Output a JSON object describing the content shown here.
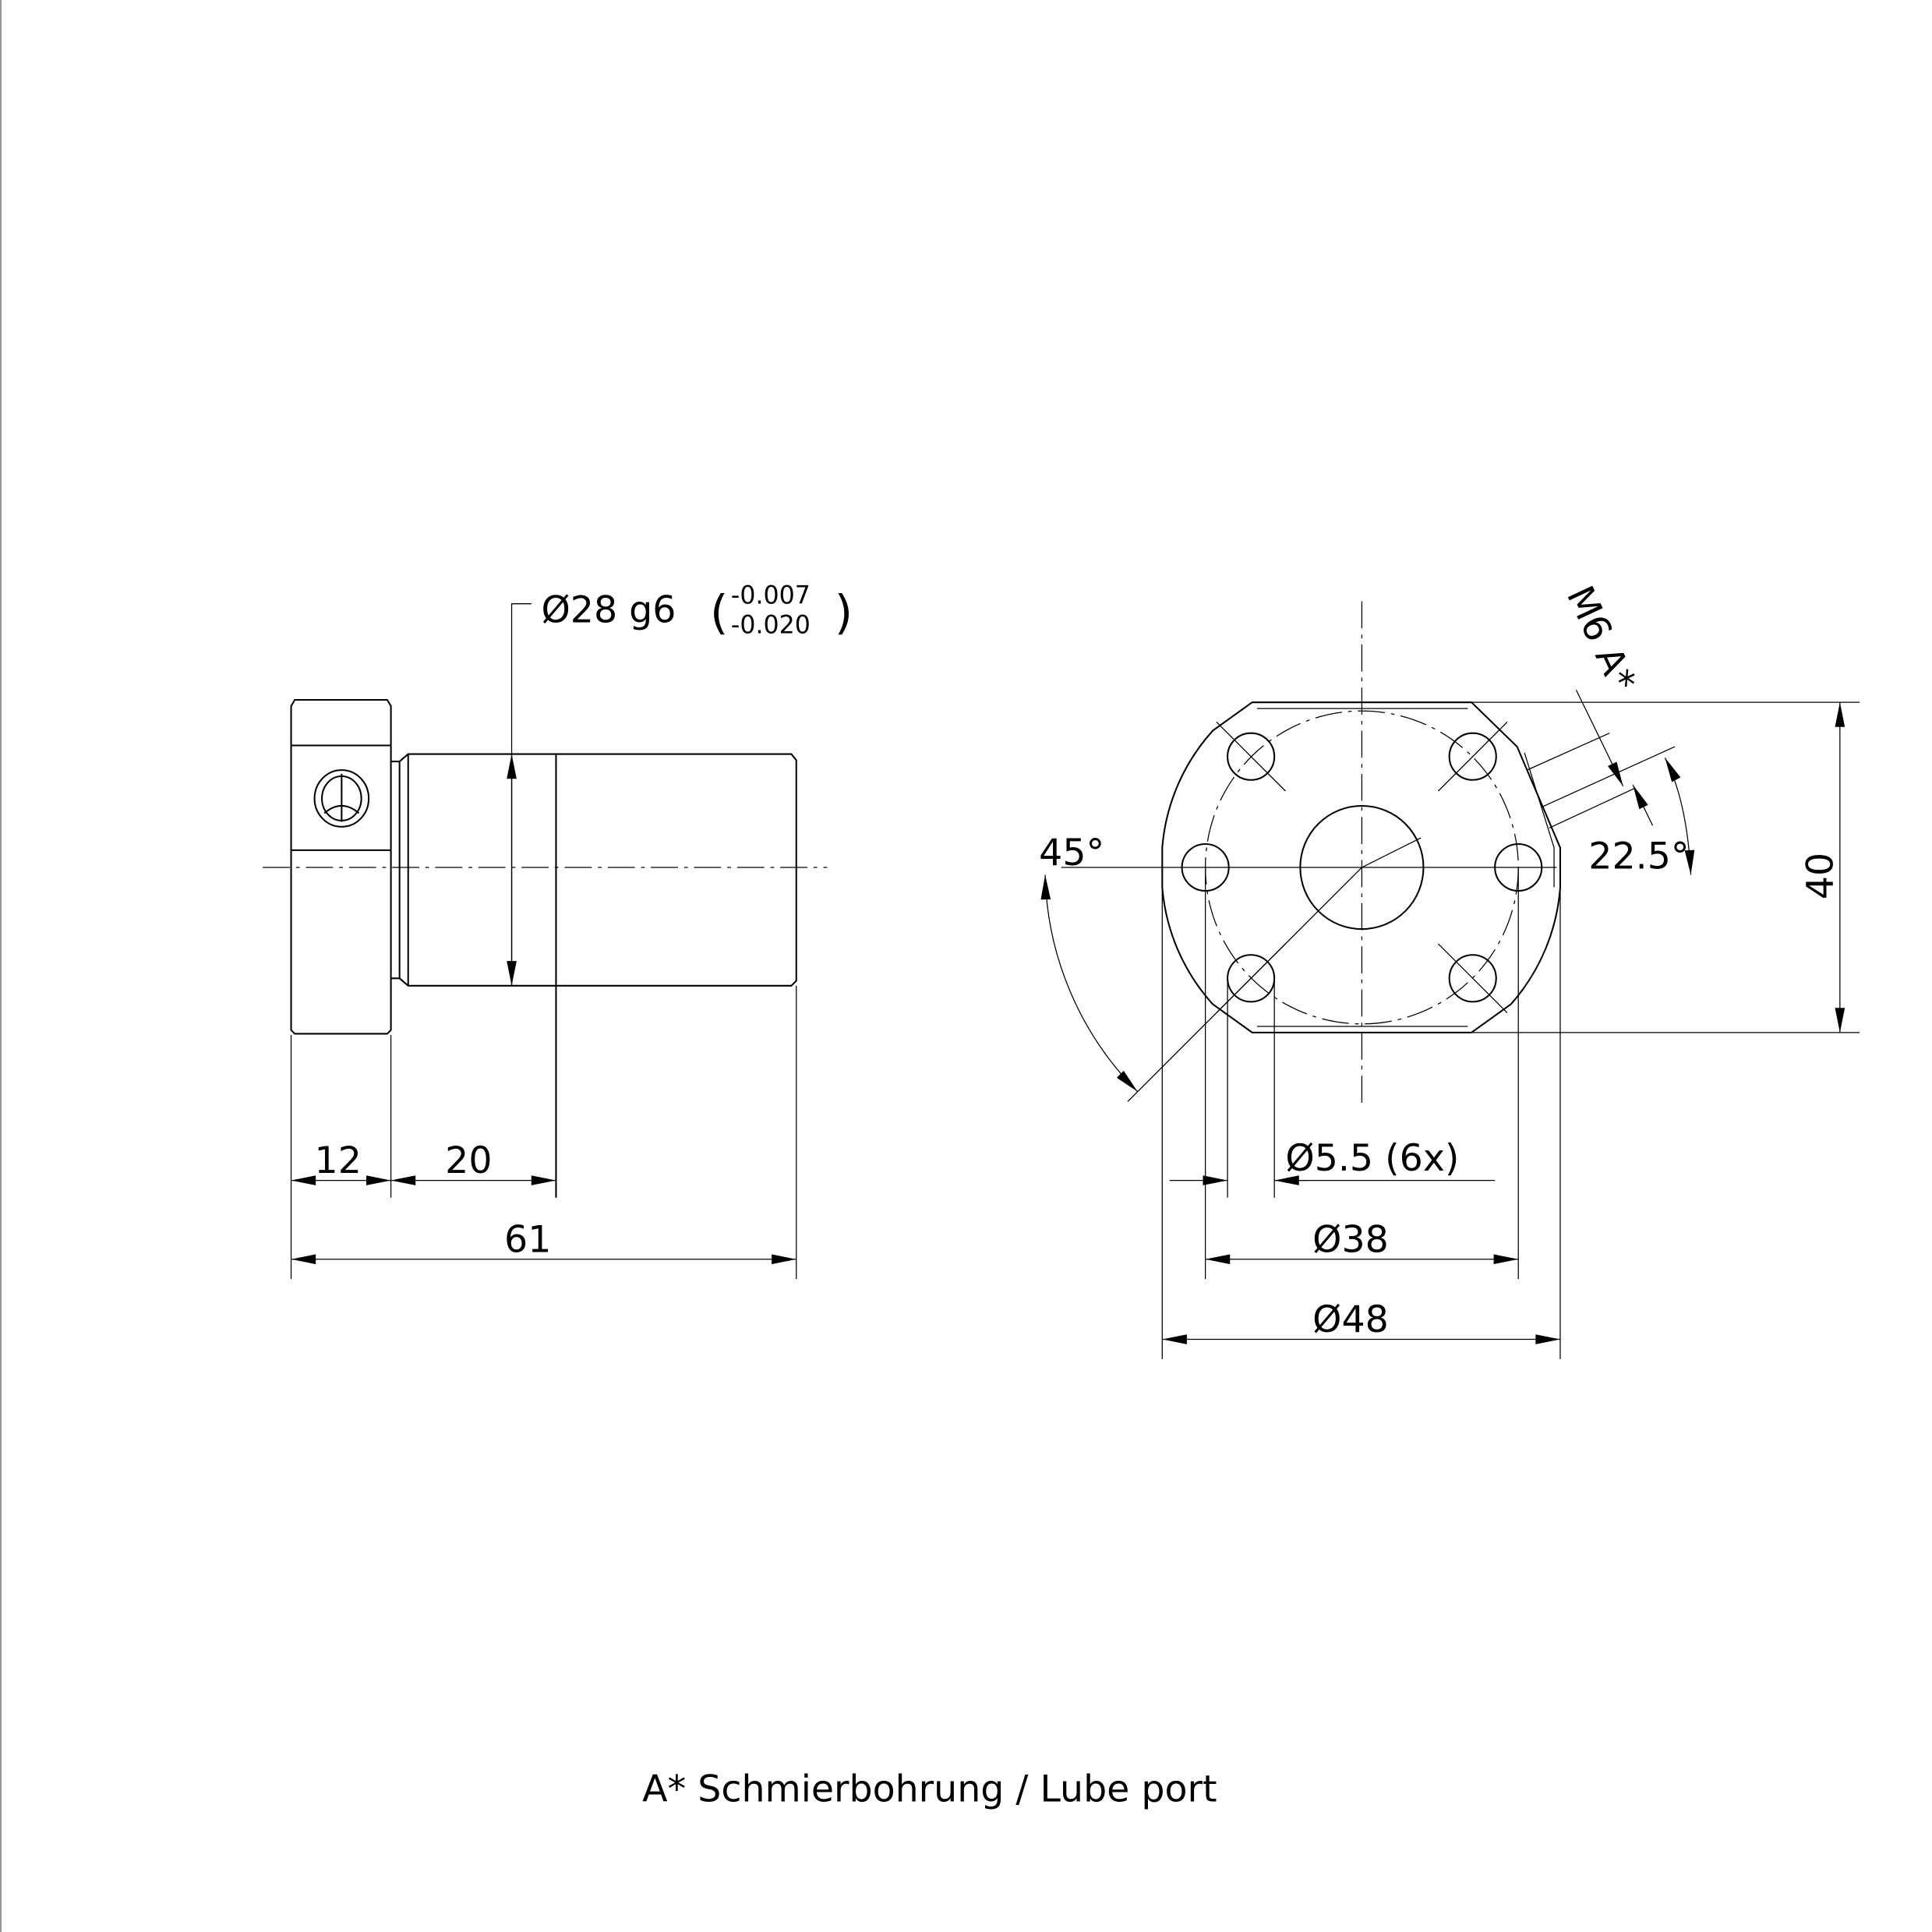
{
  "side_view": {
    "diameter_label": "Ø28 g6",
    "tolerance_upper": "-0.007",
    "tolerance_lower": "-0.020",
    "dim_flange": "12",
    "dim_shoulder": "20",
    "dim_total": "61"
  },
  "front_view": {
    "thread_label": "M6 A*",
    "angle_lube": "22.5°",
    "angle_holes": "45°",
    "dim_height": "40",
    "dim_holes": "Ø5.5 (6x)",
    "dim_bolt_circle": "Ø38",
    "dim_outer": "Ø48"
  },
  "note": "A* Schmierbohrung / Lube port"
}
